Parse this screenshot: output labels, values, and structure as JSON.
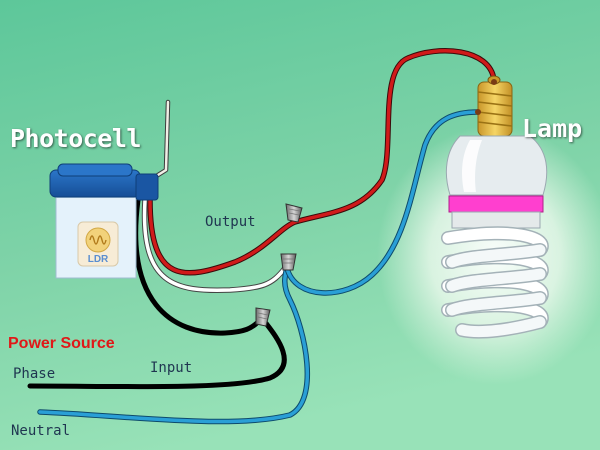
{
  "labels": {
    "photocell": "Photocell",
    "lamp": "Lamp",
    "output": "Output",
    "input": "Input",
    "power_source": "Power Source",
    "phase": "Phase",
    "neutral": "Neutral",
    "ldr": "LDR"
  },
  "colors": {
    "background": "#7fd9a8",
    "wire_live": "#d01a1a",
    "wire_neutral": "#2a9fd6",
    "wire_phase": "#111111",
    "wire_white": "#ffffff",
    "photocell_cap": "#1d5fb0",
    "lamp_band": "#ff3fcf",
    "lamp_base": "#e6b820"
  },
  "icons": [
    "photocell-sensor-icon",
    "ldr-icon",
    "wire-nut-icon",
    "cfl-lamp-icon"
  ]
}
